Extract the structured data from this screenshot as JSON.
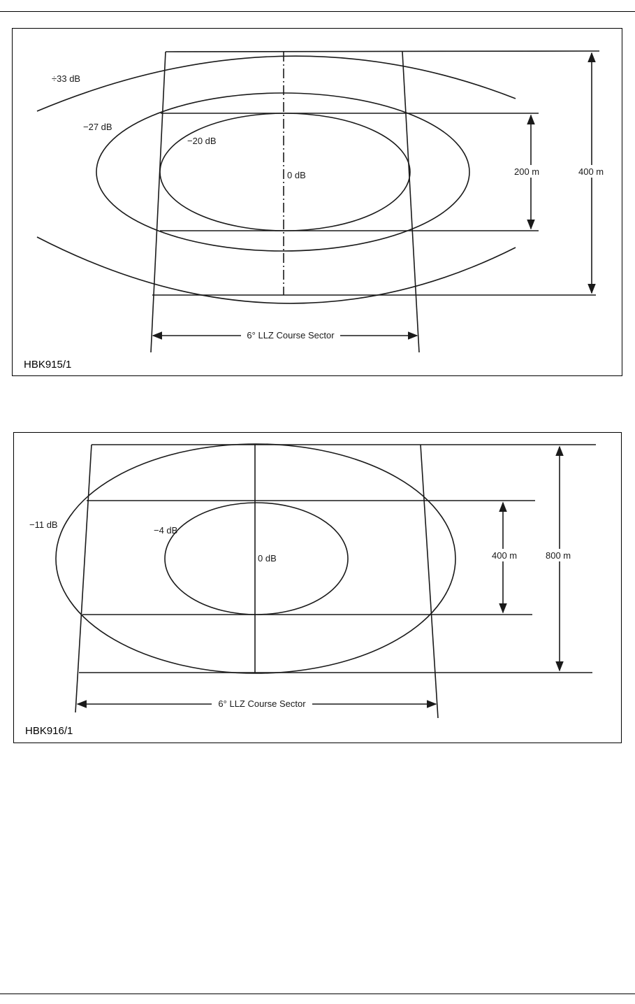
{
  "figure1": {
    "id": "HBK915/1",
    "contours": [
      {
        "label": "÷33 dB"
      },
      {
        "label": "−27 dB"
      },
      {
        "label": "−20 dB"
      }
    ],
    "center_label": "0 dB",
    "inner_dimension": "200 m",
    "outer_dimension": "400 m",
    "sector_label": "6° LLZ Course Sector"
  },
  "figure2": {
    "id": "HBK916/1",
    "contours": [
      {
        "label": "−11 dB"
      },
      {
        "label": "−4 dB"
      }
    ],
    "center_label": "0 dB",
    "inner_dimension": "400 m",
    "outer_dimension": "800 m",
    "sector_label": "6° LLZ Course Sector"
  },
  "colors": {
    "ink": "#1a1a1a",
    "border": "#000000",
    "paper": "#ffffff"
  }
}
